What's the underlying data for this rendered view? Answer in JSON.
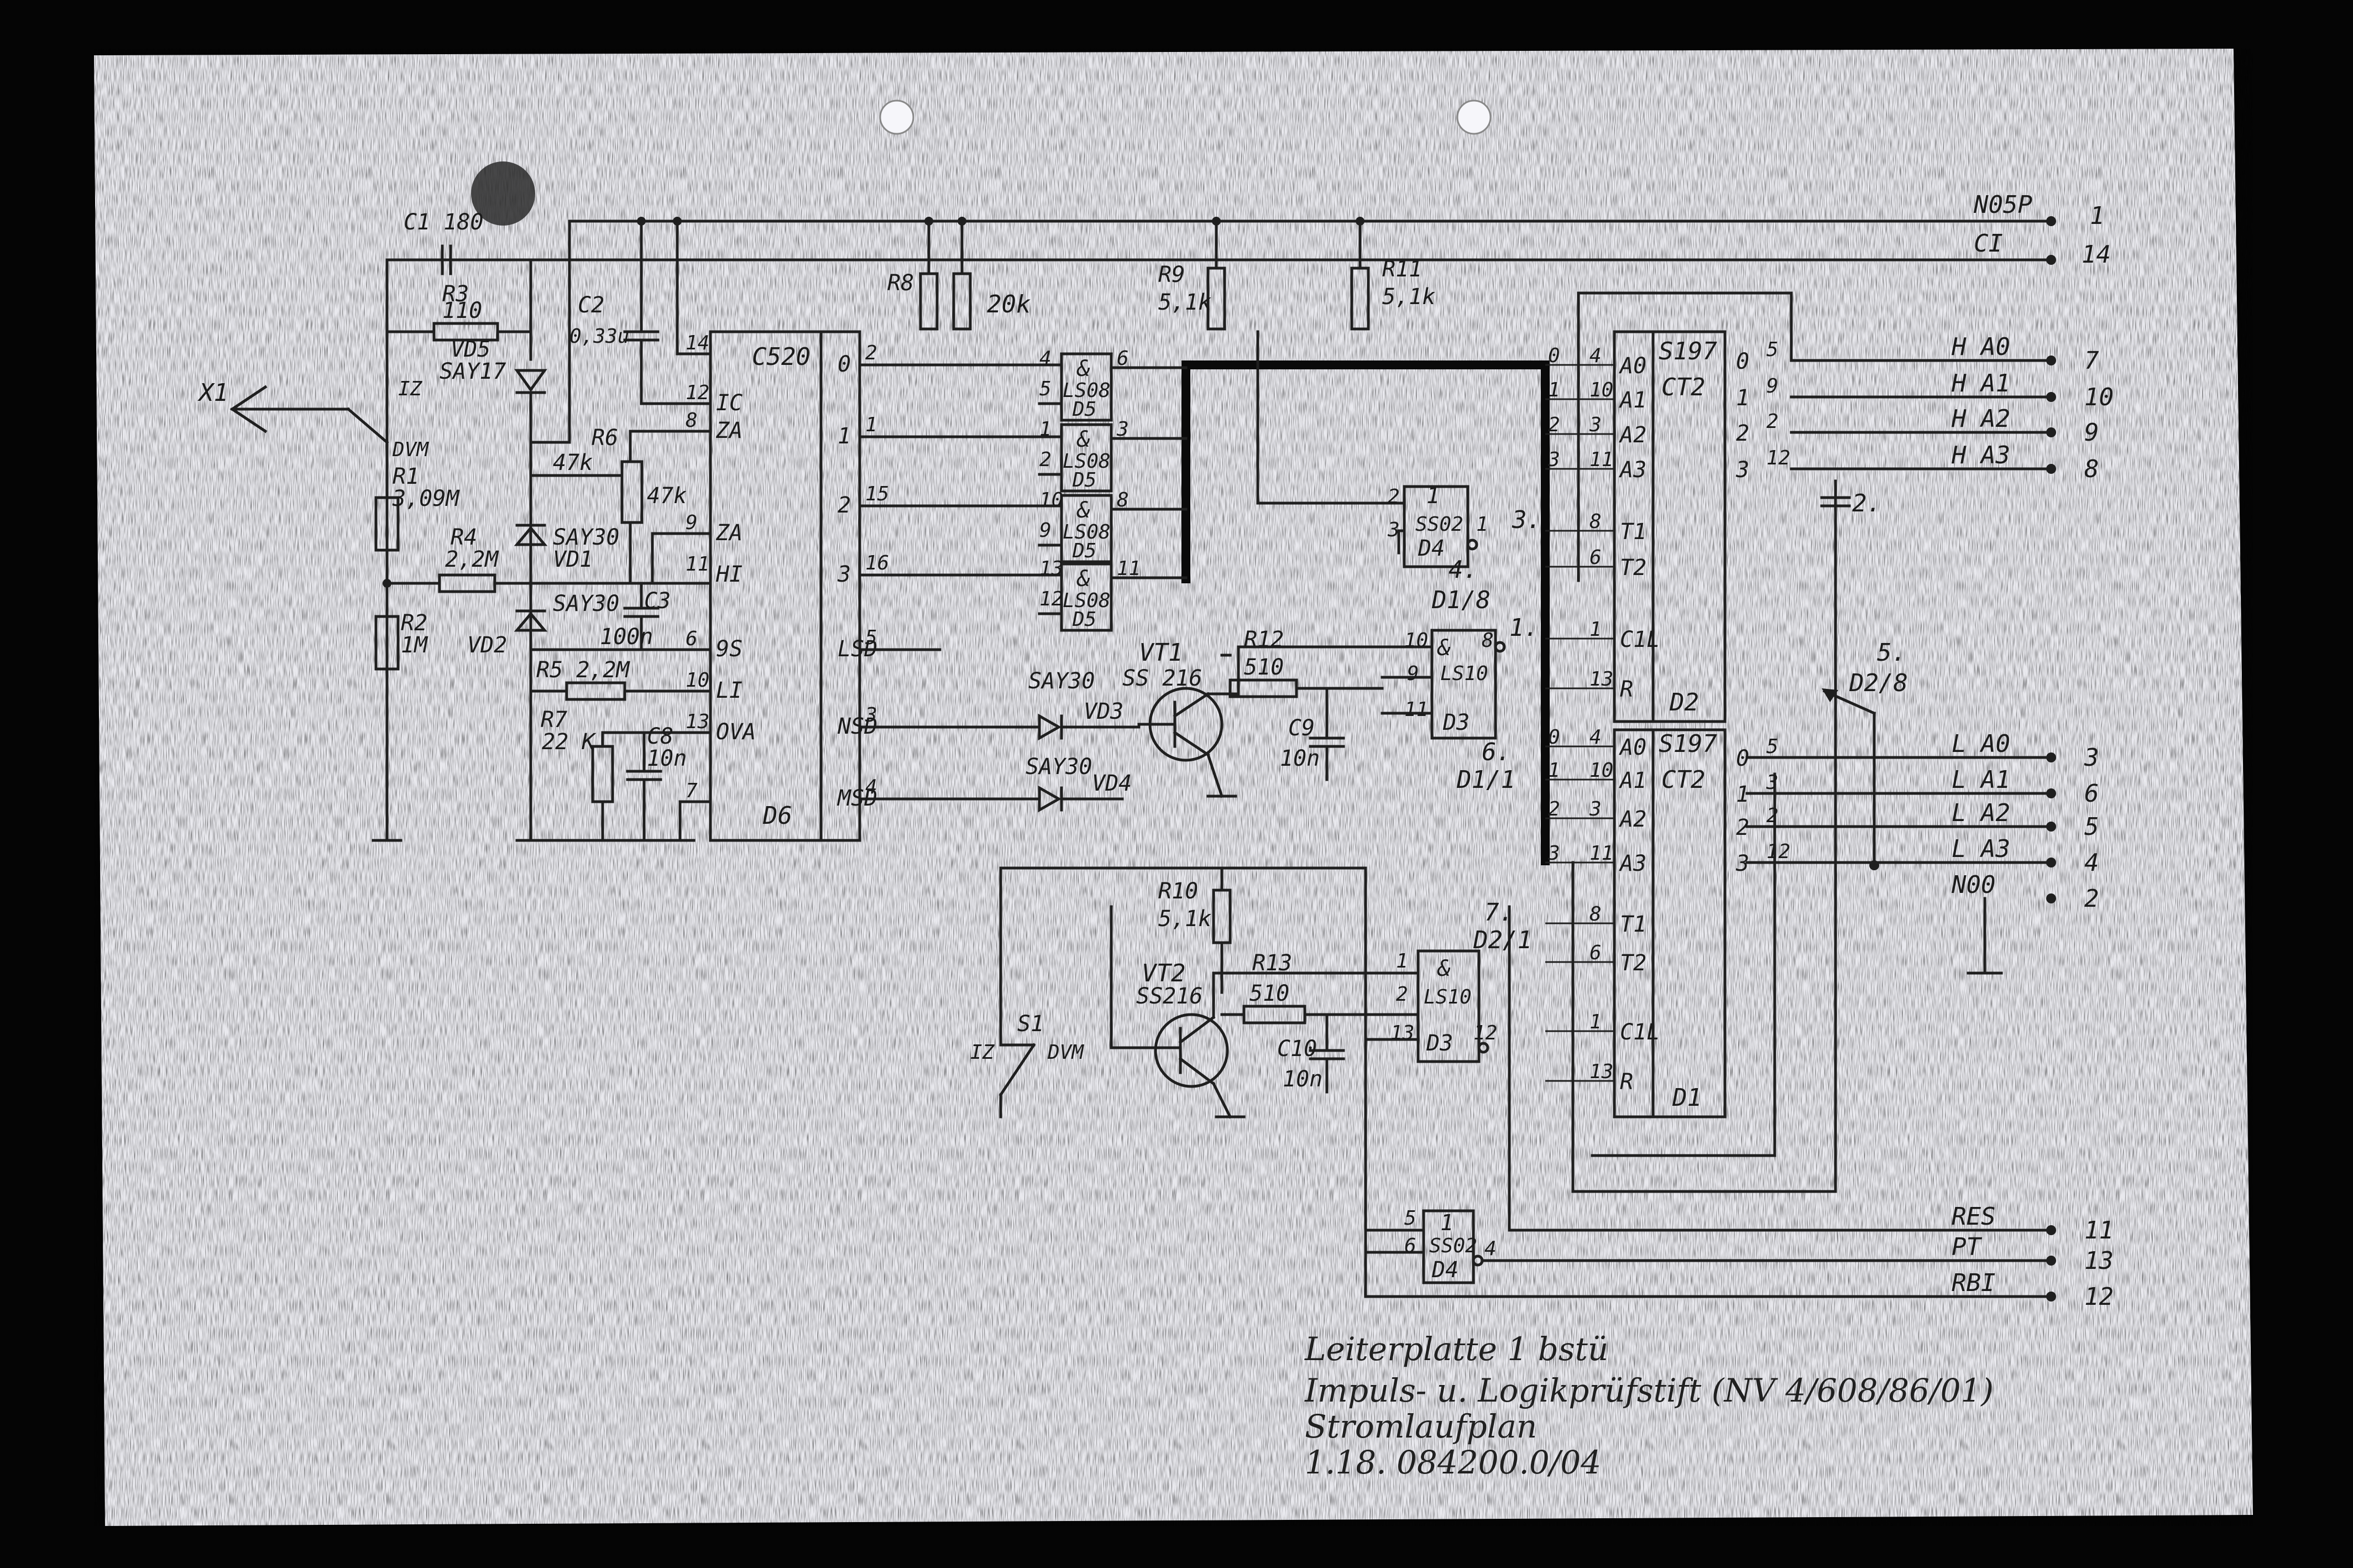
{
  "connectors": {
    "right": [
      {
        "name": "N05P",
        "pin": "1"
      },
      {
        "name": "CI",
        "pin": "14"
      },
      {
        "name": "H A0",
        "pin": "7"
      },
      {
        "name": "H A1",
        "pin": "10"
      },
      {
        "name": "H A2",
        "pin": "9"
      },
      {
        "name": "H A3",
        "pin": "8"
      },
      {
        "name": "L A0",
        "pin": "3"
      },
      {
        "name": "L A1",
        "pin": "6"
      },
      {
        "name": "L A2",
        "pin": "5"
      },
      {
        "name": "L A3",
        "pin": "4"
      },
      {
        "name": "N00",
        "pin": "2"
      },
      {
        "name": "RES",
        "pin": "11"
      },
      {
        "name": "PT",
        "pin": "13"
      },
      {
        "name": "RBI",
        "pin": "12"
      }
    ],
    "input": "X1"
  },
  "components": {
    "c1": "C1 180",
    "r3": "R3",
    "r3_val": "110",
    "vd5": "VD5",
    "vd5_type": "SAY17",
    "c2": "C2",
    "c2_val": "0,33u",
    "iz": "IZ",
    "dvm": "DVM",
    "r1": "R1",
    "r1_val": "3,09M",
    "r6": "R6",
    "r6_val": "47k",
    "r6_pot": "47k",
    "vd1_type": "SAY30",
    "vd1": "VD1",
    "r4": "R4",
    "r4_val": "2,2M",
    "vd2_type": "SAY30",
    "vd2": "VD2",
    "c3": "C3",
    "c3_val": "100n",
    "r2": "R2",
    "r2_val": "1M",
    "r5": "R5 2,2M",
    "r7": "R7",
    "r7_val": "22 K",
    "c8": "C8",
    "c8_val": "10n",
    "r8": "R8",
    "r8_val": "20k",
    "r9": "R9",
    "r9_val": "5,1k",
    "r11": "R11",
    "r11_val": "5,1k",
    "vt1": "VT1",
    "vt1_type": "SS 216",
    "r12": "R12",
    "r12_val": "510",
    "c9": "C9",
    "c9_val": "10n",
    "vd3_type": "SAY30",
    "vd3": "VD3",
    "vd4_type": "SAY30",
    "vd4": "VD4",
    "r10": "R10",
    "r10_val": "5,1k",
    "vt2": "VT2",
    "vt2_type": "SS216",
    "r13": "R13",
    "r13_val": "510",
    "c10": "C10",
    "c10_val": "10n",
    "s1": "S1",
    "s1_iz": "IZ",
    "s1_dvm": "DVM",
    "c_two": "2"
  },
  "ics": {
    "d6": {
      "type": "C520",
      "name": "D6",
      "left_pins": [
        {
          "n": "14",
          "f": ""
        },
        {
          "n": "12",
          "f": "IC"
        },
        {
          "n": "8",
          "f": "ZA"
        },
        {
          "n": "9",
          "f": "ZA"
        },
        {
          "n": "11",
          "f": "HI"
        },
        {
          "n": "6",
          "f": "9S"
        },
        {
          "n": "10",
          "f": "LI"
        },
        {
          "n": "13",
          "f": "OVA"
        },
        {
          "n": "7",
          "f": ""
        }
      ],
      "right_pins": [
        {
          "n": "2",
          "f": "0"
        },
        {
          "n": "1",
          "f": "1"
        },
        {
          "n": "15",
          "f": "2"
        },
        {
          "n": "16",
          "f": "3"
        },
        {
          "n": "5",
          "f": "LSD"
        },
        {
          "n": "3",
          "f": "NSD"
        },
        {
          "n": "4",
          "f": "MSD"
        }
      ]
    },
    "d5_gates": [
      {
        "type": "LS08",
        "name": "D5",
        "sym": "&",
        "in1": "4",
        "in2": "5",
        "out": "6"
      },
      {
        "type": "LS08",
        "name": "D5",
        "sym": "&",
        "in1": "1",
        "in2": "2",
        "out": "3"
      },
      {
        "type": "LS08",
        "name": "D5",
        "sym": "&",
        "in1": "10",
        "in2": "9",
        "out": "8"
      },
      {
        "type": "LS08",
        "name": "D5",
        "sym": "&",
        "in1": "13",
        "in2": "12",
        "out": "11"
      }
    ],
    "d4a": {
      "type": "SS02",
      "name": "D4",
      "sym": "1",
      "in1": "2",
      "in2": "3",
      "out": "1"
    },
    "d3a": {
      "type": "LS10",
      "name": "D3",
      "sym": "&",
      "in1": "10",
      "in2": "9",
      "in3": "11",
      "out": "8"
    },
    "d3b": {
      "type": "LS10",
      "name": "D3",
      "sym": "&",
      "in1": "1",
      "in2": "2",
      "in3": "13",
      "out": "12"
    },
    "d4b": {
      "type": "SS02",
      "name": "D4",
      "sym": "1",
      "in1": "5",
      "in2": "6",
      "out": "4"
    },
    "d2": {
      "type": "S197",
      "func": "CT2",
      "name": "D2",
      "inputs": [
        {
          "n": "4",
          "f": "A0",
          "b": "0"
        },
        {
          "n": "10",
          "f": "A1",
          "b": "1"
        },
        {
          "n": "3",
          "f": "A2",
          "b": "2"
        },
        {
          "n": "11",
          "f": "A3",
          "b": "3"
        },
        {
          "n": "8",
          "f": "T1"
        },
        {
          "n": "6",
          "f": "T2"
        },
        {
          "n": "1",
          "f": "C1L"
        },
        {
          "n": "13",
          "f": "R"
        }
      ],
      "outputs": [
        {
          "b": "0",
          "n": "5"
        },
        {
          "b": "1",
          "n": "9"
        },
        {
          "b": "2",
          "n": "2"
        },
        {
          "b": "3",
          "n": "12"
        }
      ]
    },
    "d1": {
      "type": "S197",
      "func": "CT2",
      "name": "D1",
      "inputs": [
        {
          "n": "4",
          "f": "A0",
          "b": "0"
        },
        {
          "n": "10",
          "f": "A1",
          "b": "1"
        },
        {
          "n": "3",
          "f": "A2",
          "b": "2"
        },
        {
          "n": "11",
          "f": "A3",
          "b": "3"
        },
        {
          "n": "8",
          "f": "T1"
        },
        {
          "n": "6",
          "f": "T2"
        },
        {
          "n": "1",
          "f": "C1L"
        },
        {
          "n": "13",
          "f": "R"
        }
      ],
      "outputs": [
        {
          "b": "0",
          "n": "5"
        },
        {
          "b": "1",
          "n": "3"
        },
        {
          "b": "2",
          "n": "2"
        },
        {
          "b": "3",
          "n": "12"
        }
      ]
    }
  },
  "annotations": {
    "a3": "3.",
    "a4": "4.",
    "a4_ref": "D1/8",
    "a1": "1.",
    "a6": "6.",
    "a6_ref": "D1/1",
    "a5": "5.",
    "a5_ref": "D2/8",
    "a7": "7.",
    "a7_ref": "D2/1",
    "a2": "2."
  },
  "title_block": {
    "line1": "Leiterplatte 1 bstü",
    "line2": "Impuls- u. Logikprüfstift (NV 4/608/86/01)",
    "line3": "Stromlaufplan",
    "line4": "1.18. 084200.0/04"
  }
}
